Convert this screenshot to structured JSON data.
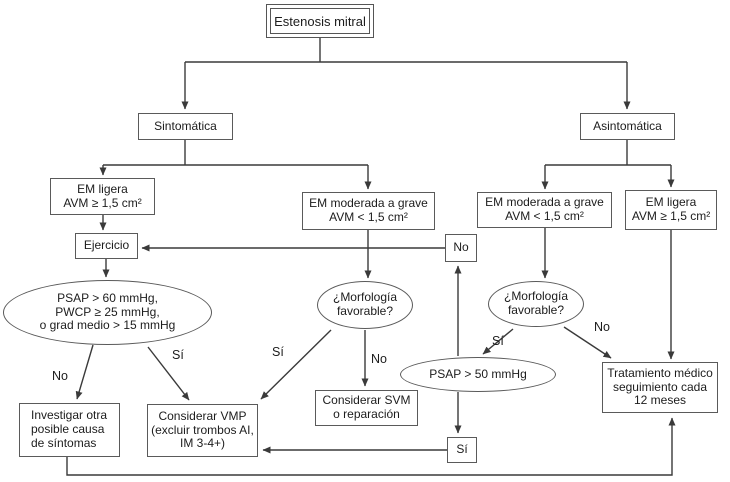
{
  "diagram_title": "Estenosis mitral",
  "colors": {
    "background": "#ffffff",
    "line": "#3a3a3a",
    "box_border": "#5a5a5a",
    "text": "#1c1c1c"
  },
  "nodes": {
    "root": "Estenosis mitral",
    "sintomatica": "Sintomática",
    "asintomatica": "Asintomática",
    "em_ligera_izq": "EM ligera\nAVM ≥ 1,5 cm²",
    "em_mod_grave_izq": "EM moderada a grave\nAVM < 1,5 cm²",
    "em_mod_grave_der": "EM moderada a grave\nAVM < 1,5 cm²",
    "em_ligera_der": "EM ligera\nAVM ≥ 1,5 cm²",
    "ejercicio": "Ejercicio",
    "no_gate": "No",
    "presiones": "PSAP > 60 mmHg,\nPWCP ≥ 25 mmHg,\no grad medio > 15 mmHg",
    "morfologia_izq": "¿Morfología\nfavorable?",
    "morfologia_der": "¿Morfología\nfavorable?",
    "psap50": "PSAP > 50 mmHg",
    "investigar": "Investigar otra\nposible causa\nde síntomas",
    "considerar_vmp": "Considerar VMP\n(excluir trombos AI,\nIM 3-4+)",
    "considerar_svm": "Considerar SVM\no reparación",
    "tratamiento": "Tratamiento médico\nseguimiento cada\n12 meses",
    "si_gate": "Sí"
  },
  "edge_labels": {
    "presiones_no": "No",
    "presiones_si": "Sí",
    "morfologia_izq_si": "Sí",
    "morfologia_izq_no": "No",
    "morfologia_der_si": "Sí",
    "morfologia_der_no": "No"
  }
}
